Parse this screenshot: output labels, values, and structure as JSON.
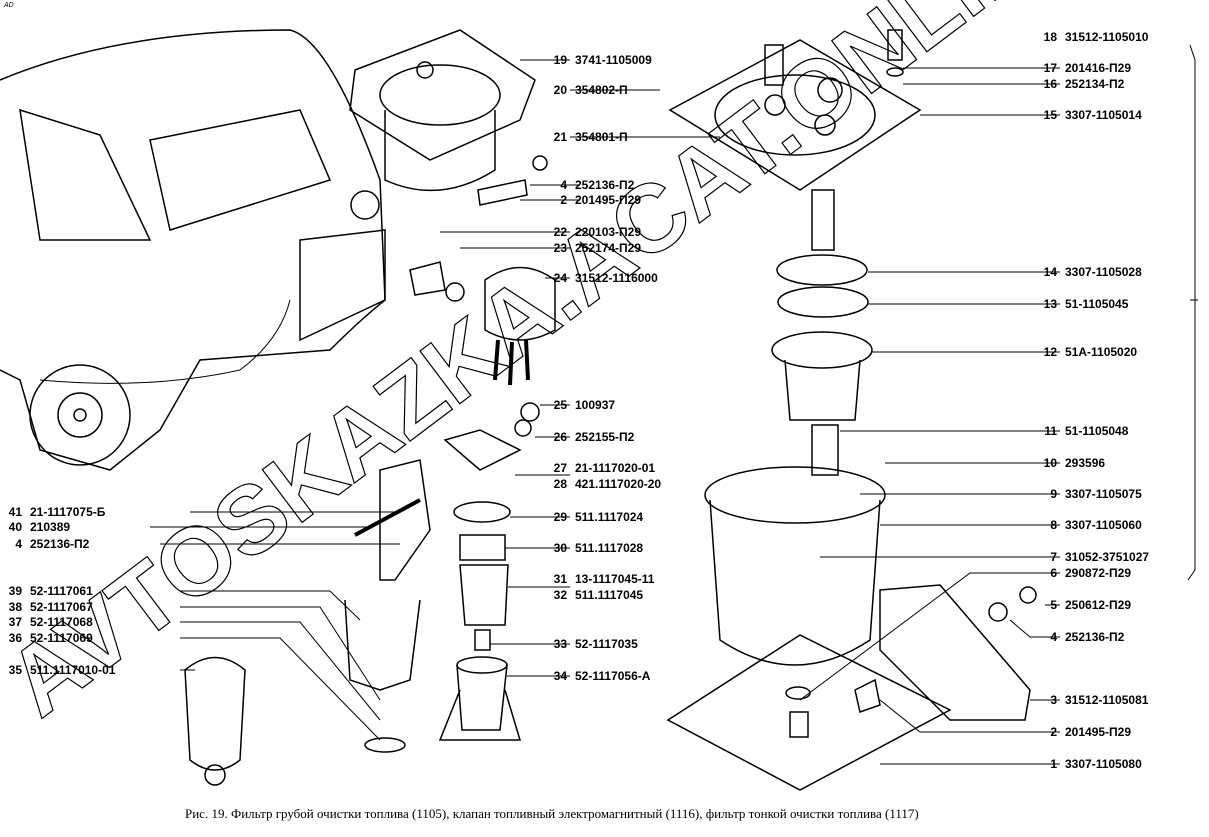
{
  "corner_mark": "AD",
  "caption": "Рис. 19. Фильтр грубой очистки топлива (1105), клапан топливный электромагнитный (1116), фильтр тонкой очистки топлива (1117)",
  "watermark": "AVTOSKAZKA.ACAT.ONLINE",
  "callouts": [
    {
      "num": "19",
      "code": "3741-1105009"
    },
    {
      "num": "20",
      "code": "354802-П"
    },
    {
      "num": "21",
      "code": "354801-П"
    },
    {
      "num": "4",
      "code": "252136-П2"
    },
    {
      "num": "2",
      "code": "201495-П29"
    },
    {
      "num": "22",
      "code": "220103-П29"
    },
    {
      "num": "23",
      "code": "252174-П29"
    },
    {
      "num": "24",
      "code": "31512-1116000"
    },
    {
      "num": "25",
      "code": "100937"
    },
    {
      "num": "26",
      "code": "252155-П2"
    },
    {
      "num": "27",
      "code": "21-1117020-01"
    },
    {
      "num": "28",
      "code": "421.1117020-20"
    },
    {
      "num": "29",
      "code": "511.1117024"
    },
    {
      "num": "30",
      "code": "511.1117028"
    },
    {
      "num": "31",
      "code": "13-1117045-11"
    },
    {
      "num": "32",
      "code": "511.1117045"
    },
    {
      "num": "33",
      "code": "52-1117035"
    },
    {
      "num": "34",
      "code": "52-1117056-А"
    },
    {
      "num": "41",
      "code": "21-1117075-Б"
    },
    {
      "num": "40",
      "code": "210389"
    },
    {
      "num": "4",
      "code": "252136-П2"
    },
    {
      "num": "39",
      "code": "52-1117061"
    },
    {
      "num": "38",
      "code": "52-1117067"
    },
    {
      "num": "37",
      "code": "52-1117068"
    },
    {
      "num": "36",
      "code": "52-1117069"
    },
    {
      "num": "35",
      "code": "511.1117010-01"
    },
    {
      "num": "18",
      "code": "31512-1105010"
    },
    {
      "num": "17",
      "code": "201416-П29"
    },
    {
      "num": "16",
      "code": "252134-П2"
    },
    {
      "num": "15",
      "code": "3307-1105014"
    },
    {
      "num": "14",
      "code": "3307-1105028"
    },
    {
      "num": "13",
      "code": "51-1105045"
    },
    {
      "num": "12",
      "code": "51А-1105020"
    },
    {
      "num": "11",
      "code": "51-1105048"
    },
    {
      "num": "10",
      "code": "293596"
    },
    {
      "num": "9",
      "code": "3307-1105075"
    },
    {
      "num": "8",
      "code": "3307-1105060"
    },
    {
      "num": "7",
      "code": "31052-3751027"
    },
    {
      "num": "6",
      "code": "290872-П29"
    },
    {
      "num": "5",
      "code": "250612-П29"
    },
    {
      "num": "4",
      "code": "252136-П2"
    },
    {
      "num": "3",
      "code": "31512-1105081"
    },
    {
      "num": "2",
      "code": "201495-П29"
    },
    {
      "num": "1",
      "code": "3307-1105080"
    }
  ]
}
